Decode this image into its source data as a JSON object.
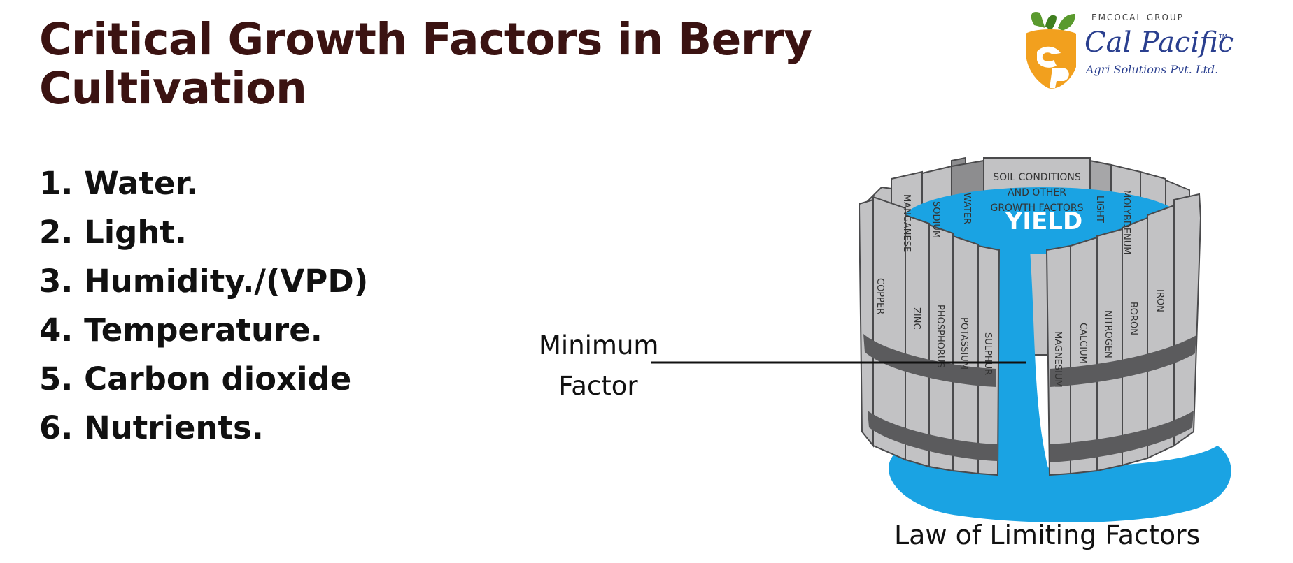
{
  "title": "Critical Growth Factors in Berry Cultivation",
  "factors": [
    "1. Water.",
    "2. Light.",
    "3. Humidity./(VPD)",
    "4. Temperature.",
    "5. Carbon dioxide",
    "6. Nutrients."
  ],
  "diagram": {
    "minimum_factor_line1": "Minimum",
    "minimum_factor_line2": "Factor",
    "yield_label": "YIELD",
    "caption": "Law of Limiting Factors",
    "staves": {
      "manganese": "MANGANESE",
      "sodium": "SODIUM",
      "water": "WATER",
      "soil_line1": "SOIL CONDITIONS",
      "soil_line2": "AND OTHER",
      "soil_line3": "GROWTH FACTORS",
      "light": "LIGHT",
      "molybdenum": "MOLYBDENUM",
      "copper": "COPPER",
      "zinc": "ZINC",
      "phosphorus": "PHOSPHORUS",
      "potassium": "POTASSIUM",
      "sulphur": "SULPHUR",
      "magnesium": "MAGNESIUM",
      "calcium": "CALCIUM",
      "nitrogen": "NITROGEN",
      "boron": "BORON",
      "iron": "IRON"
    },
    "colors": {
      "water": "#1aa3e3",
      "stave": "#c2c2c4",
      "stave_dark": "#8d8d8f",
      "band": "#5b5b5d",
      "outline": "#4a4a4c"
    }
  },
  "logo": {
    "group": "EMCOCAL GROUP",
    "name": "Cal Pacific",
    "tm": "TM",
    "subtitle": "Agri Solutions Pvt. Ltd.",
    "colors": {
      "orange": "#f2a01e",
      "green": "#5a9a2e",
      "blue": "#2a3f8f"
    }
  }
}
